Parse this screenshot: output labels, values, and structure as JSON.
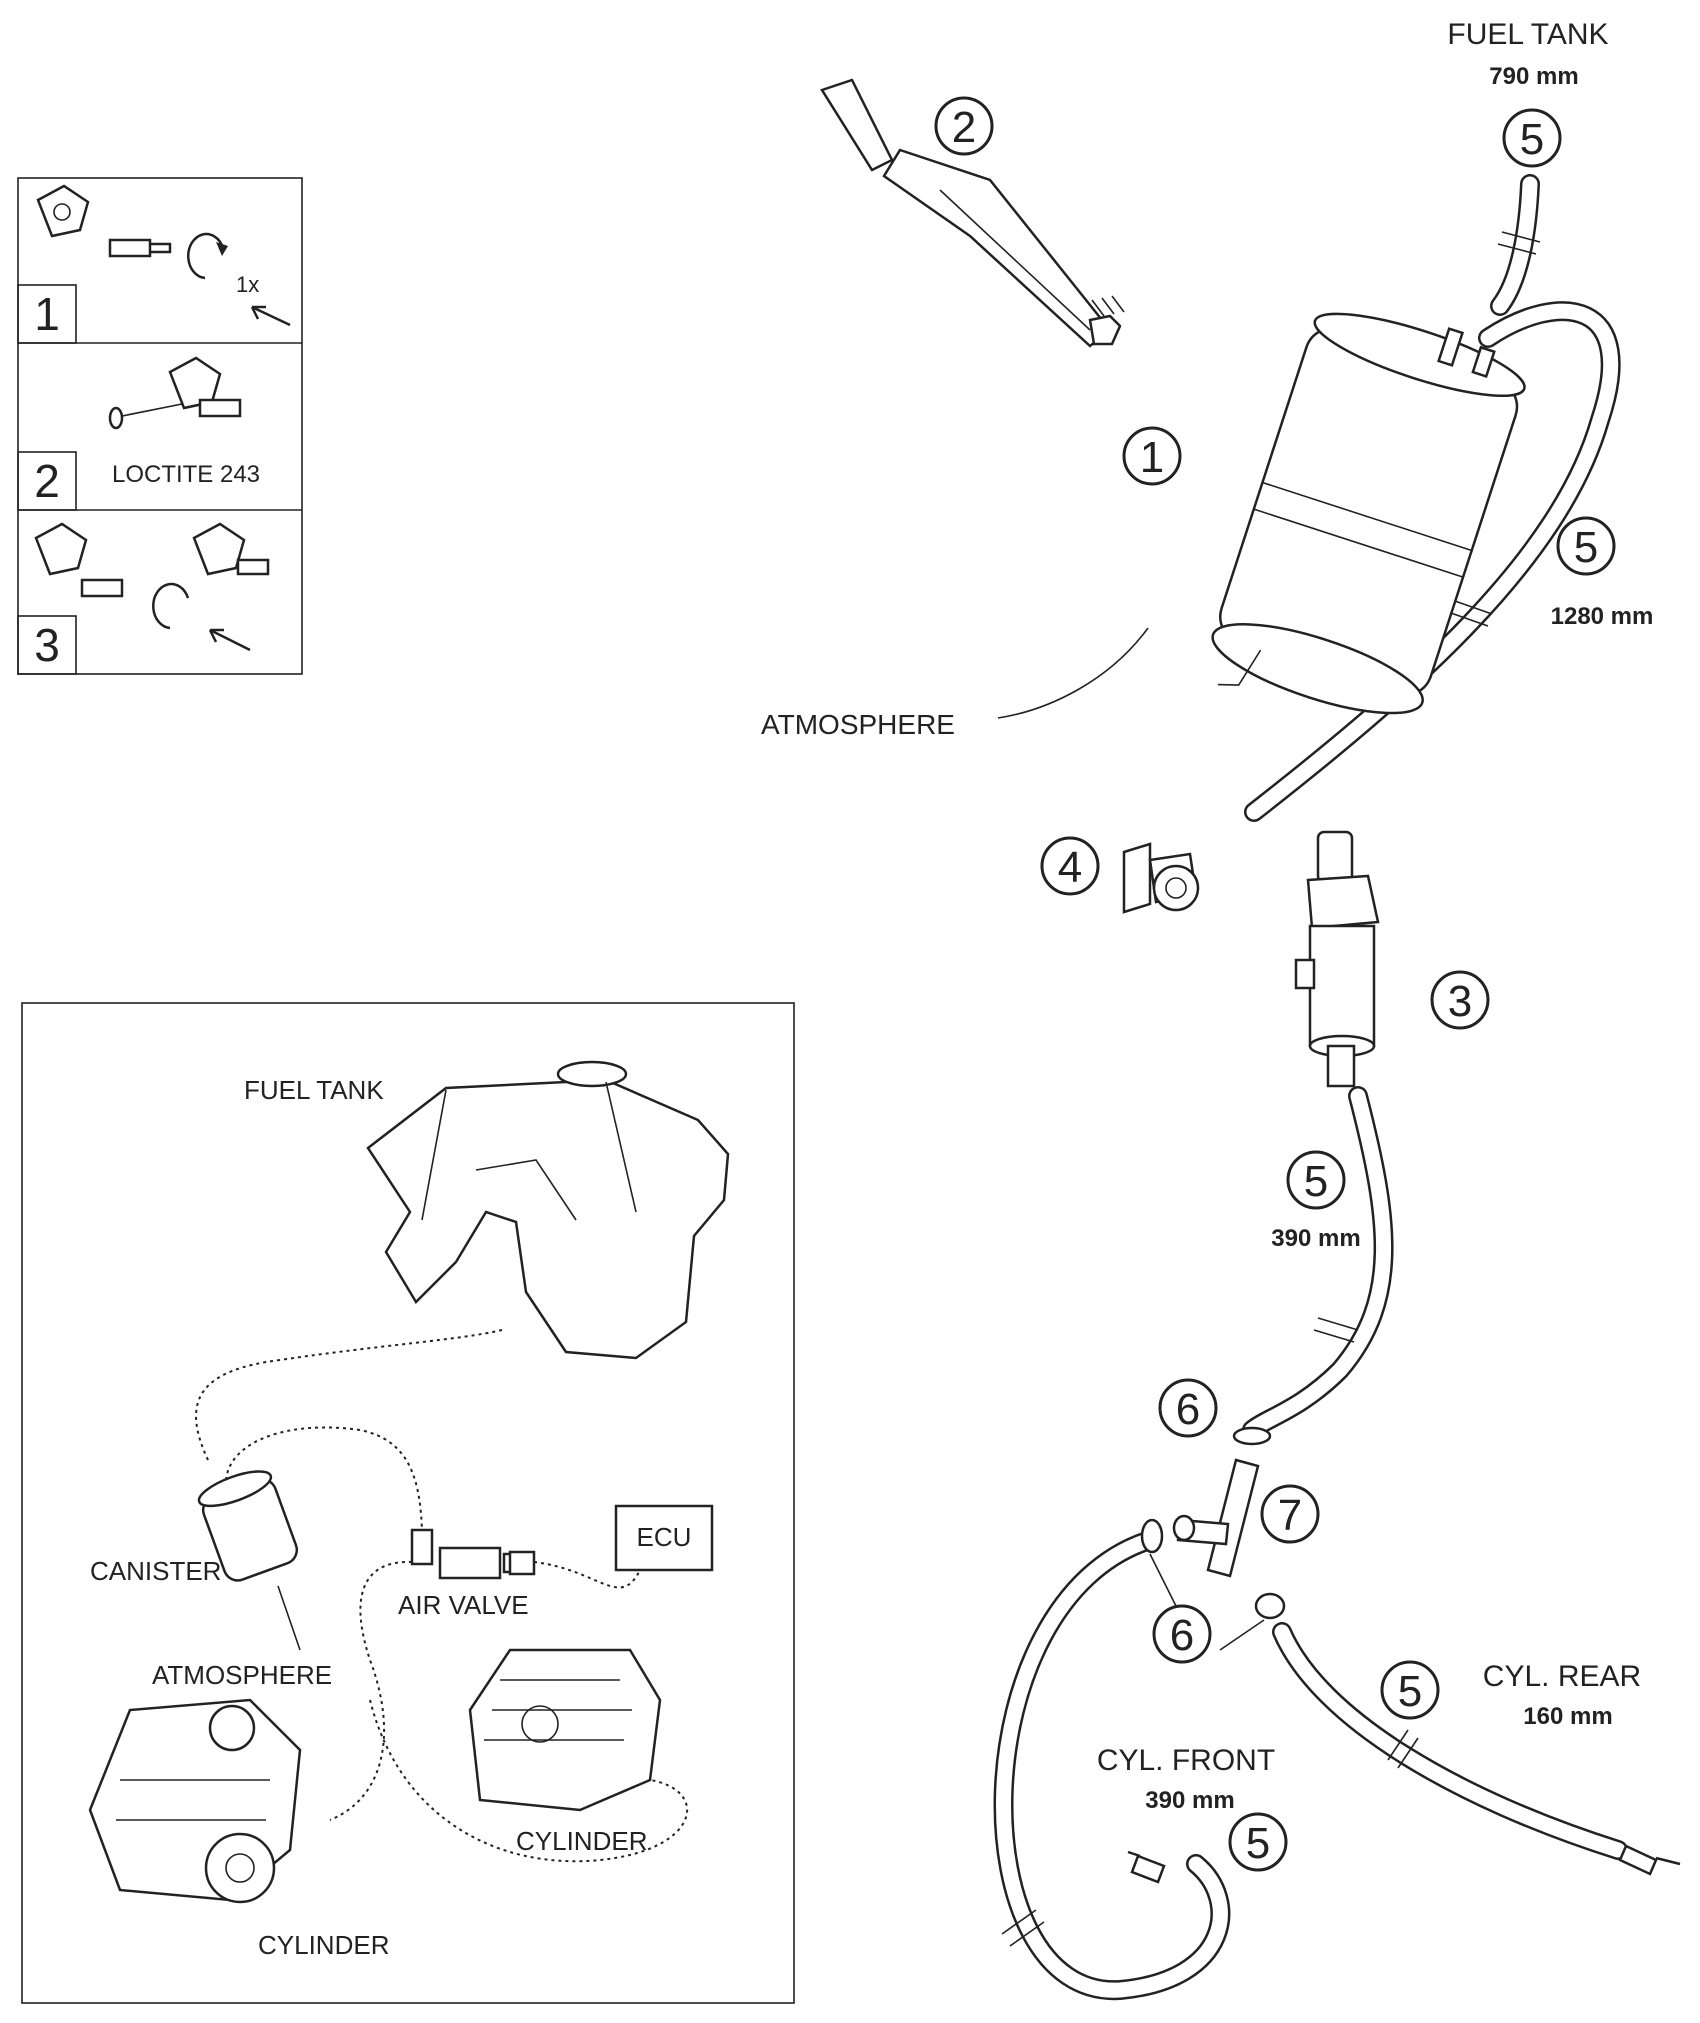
{
  "colors": {
    "ink": "#222222",
    "background": "#ffffff"
  },
  "install_steps": [
    {
      "number": "1",
      "note": "1x"
    },
    {
      "number": "2",
      "note": "LOCTITE 243"
    },
    {
      "number": "3",
      "note": ""
    }
  ],
  "callouts": {
    "canister": "1",
    "tool": "2",
    "air_valve": "3",
    "holder": "4",
    "hose_fuel_tank": "5",
    "hose_1280": "5",
    "hose_390_upper": "5",
    "hose_cyl_rear": "5",
    "hose_cyl_front": "5",
    "clamp_upper": "6",
    "clamp_lower": "6",
    "t_piece": "7"
  },
  "labels": {
    "fuel_tank": "FUEL TANK",
    "fuel_tank_length": "790 mm",
    "hose_1280_length": "1280 mm",
    "atmosphere": "ATMOSPHERE",
    "hose_390_length": "390 mm",
    "cyl_rear": "CYL. REAR",
    "cyl_rear_length": "160 mm",
    "cyl_front": "CYL. FRONT",
    "cyl_front_length": "390 mm"
  },
  "schematic": {
    "fuel_tank": "FUEL TANK",
    "canister": "CANISTER",
    "atmosphere": "ATMOSPHERE",
    "air_valve": "AIR VALVE",
    "ecu": "ECU",
    "cylinder_rear": "CYLINDER",
    "cylinder_front": "CYLINDER"
  }
}
